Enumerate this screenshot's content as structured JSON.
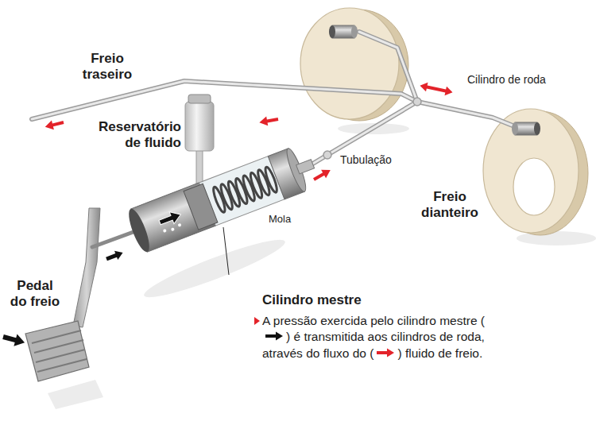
{
  "diagram": {
    "labels": [
      "Freio traseiro",
      "Reservatório de fluido",
      "Tubulação",
      "Cilindro de roda",
      "Freio dianteiro",
      "Mola",
      "Pedal do freio",
      "Cilindro mestre",
      "A pressão exercida pelo cilindro mestre (",
      ") é transmitida aos cilindros de roda, através do fluxo do (",
      ") fluido de freio."
    ]
  }
}
